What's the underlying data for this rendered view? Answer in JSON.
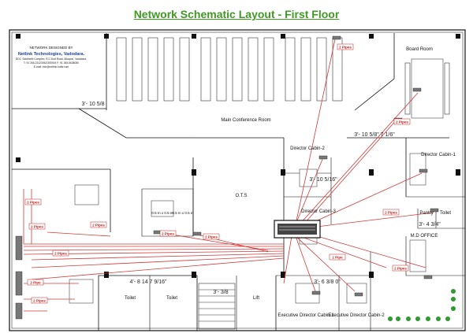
{
  "title": "Network Schematic Layout - First Floor",
  "company": {
    "line1": "NETWORK DESIGNED BY",
    "name": "Netlink Technologies, Vadodara.",
    "address": "BO2, Siddharth Complex, R.C.Dutt Road, Alkapuri, Vadodara.",
    "phone": "T: 91 265-2312305/2350919 F: 91 265-5638080",
    "email": "E-mail: info@netlink-india.com"
  },
  "rooms": {
    "board_room": "Board Room",
    "main_conference_room": "Main Conference Room",
    "director_cabin_2": "Director Cabin-2",
    "director_cabin_1": "Director Cabin-1",
    "director_cabin_3": "Director Cabin-3",
    "ots": "O.T.S",
    "pantry": "Pantry",
    "toilet": "Toilet",
    "md_office": "M.D OFFICE",
    "lift": "Lift",
    "exec_director_cabin_1": "Executive Director Cabin-1",
    "exec_director_cabin_2": "Executive Director Cabin-2"
  },
  "cable_label": "2 Pipes",
  "cable_label_short": "2 Pipe",
  "cable_label_single": "1 Pipe",
  "dimensions": [
    "3'- 10 5/8",
    "3'- 10 5/8\"  7 1/6\"",
    "3'- 4 3/4\"",
    "4'- 8 14 7 9/16\"",
    "3'- 10 5/16\"",
    "3'- 3/8",
    "3'- 6 3/8 0\"",
    "0.5 m x 0.5 m",
    "0.5 m x 0.5 m"
  ],
  "colors": {
    "title": "#3f9a22",
    "cable": "#d23a3a",
    "walls": "#111111"
  }
}
